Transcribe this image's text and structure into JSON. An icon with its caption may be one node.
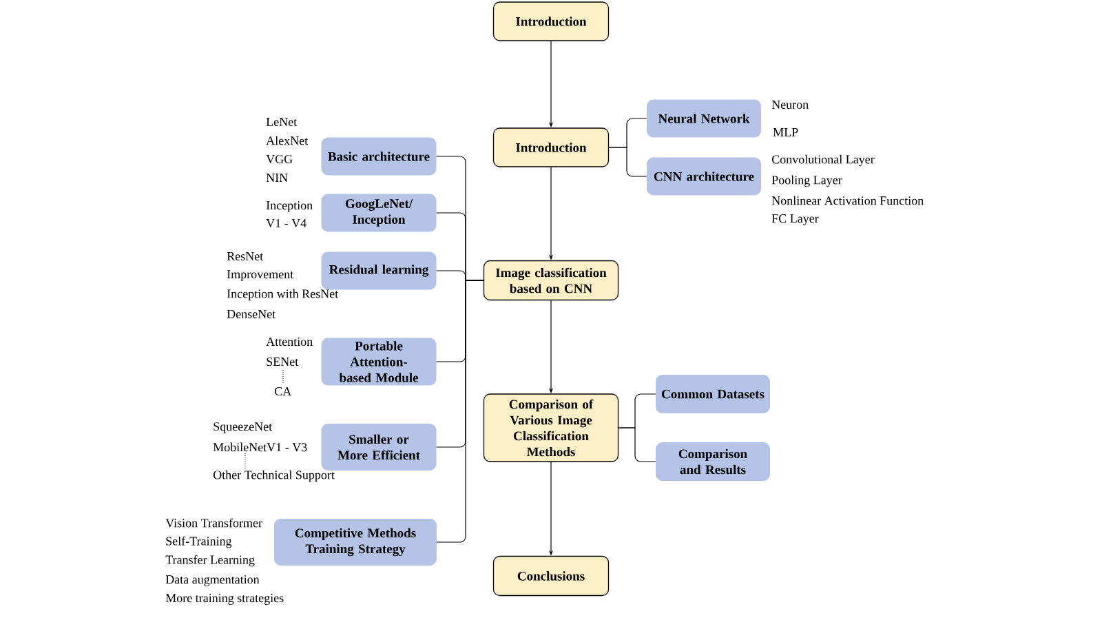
{
  "diagram": {
    "nodes": [
      {
        "text": [
          "Introduction"
        ]
      },
      {
        "text": [
          "Introduction"
        ]
      },
      {
        "text": [
          "Image classification based on CNN"
        ]
      },
      {
        "text": [
          "Comparison of Various Image Classification Methods"
        ]
      },
      {
        "text": [
          "Conclusions"
        ]
      },
      {
        "text": [
          "Neural Network"
        ],
        "beside": [
          "Neuron",
          "MLP"
        ]
      },
      {
        "text": [
          "CNN architecture"
        ],
        "beside": [
          "Convolutional Layer",
          "Pooling Layer",
          "Nonlinear Activation Function",
          "FC Layer"
        ]
      },
      {
        "text": [
          "Basic architecture"
        ],
        "beside": [
          "LeNet",
          "AlexNet",
          "VGG",
          "NIN"
        ]
      },
      {
        "text": [
          "GoogLeNet/ Inception"
        ],
        "beside": [
          "Inception",
          "V1 - V4"
        ]
      },
      {
        "text": [
          "Residual learning"
        ],
        "beside": [
          "ResNet",
          "Improvement",
          "Inception with ResNet",
          "DenseNet"
        ]
      },
      {
        "text": [
          "Portable Attention-based Module"
        ],
        "beside": [
          "Attention",
          "SENet",
          "CA"
        ]
      },
      {
        "text": [
          "Smaller or More Efficient"
        ],
        "beside": [
          "SqueezeNet",
          "MobileNetV1 - V3",
          "Other Technical Support"
        ]
      },
      {
        "text": [
          "Competitive Methods Training Strategy"
        ],
        "beside": [
          "Vision Transformer",
          "Self-Training",
          "Transfer Learning",
          "Data augmentation",
          "More training strategies"
        ]
      },
      {
        "text": [
          "Common Datasets"
        ]
      },
      {
        "text": [
          "Comparison and Results"
        ]
      }
    ],
    "edges": [
      {
        "from": 0,
        "to": 1,
        "arrow": "to"
      },
      {
        "from": 1,
        "to": 2,
        "arrow": "to"
      },
      {
        "from": 2,
        "to": 3,
        "arrow": "to"
      },
      {
        "from": 3,
        "to": 4,
        "arrow": "to"
      },
      {
        "from": 1,
        "to": 5,
        "arrow": "none"
      },
      {
        "from": 1,
        "to": 6,
        "arrow": "none"
      },
      {
        "from": 2,
        "to": 7,
        "arrow": "none"
      },
      {
        "from": 2,
        "to": 8,
        "arrow": "none"
      },
      {
        "from": 2,
        "to": 9,
        "arrow": "none"
      },
      {
        "from": 2,
        "to": 10,
        "arrow": "none"
      },
      {
        "from": 2,
        "to": 11,
        "arrow": "none"
      },
      {
        "from": 2,
        "to": 12,
        "arrow": "none"
      },
      {
        "from": 3,
        "to": 13,
        "arrow": "none"
      },
      {
        "from": 3,
        "to": 14,
        "arrow": "none"
      }
    ]
  }
}
